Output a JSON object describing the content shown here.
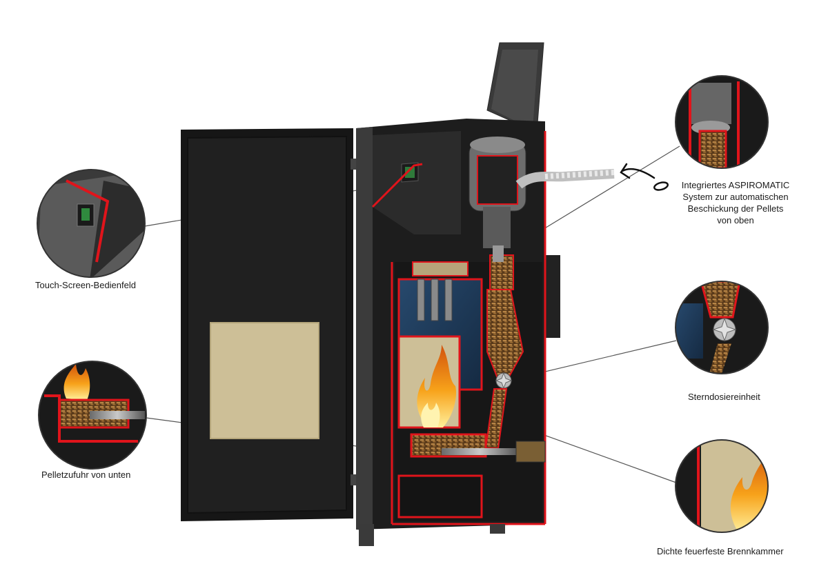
{
  "colors": {
    "background": "#ffffff",
    "stove_body": "#1d1d1d",
    "stove_side": "#2a2a2a",
    "cut_edge": "#e0141b",
    "vermiculite": "#cdbf97",
    "pellets": "#8a5a2b",
    "flame": "#f7a21a",
    "water_jacket": "#1e3a5a",
    "leader_line": "#555555"
  },
  "callouts": [
    {
      "id": "touch-screen",
      "label": "Touch-Screen-Bedienfeld",
      "icon": "touch-screen-panel-icon"
    },
    {
      "id": "pellet-feed",
      "label": "Pelletzufuhr von unten",
      "icon": "pellet-feed-screw-icon"
    },
    {
      "id": "aspiromatic",
      "lines": [
        "Integriertes ASPIROMATIC",
        "System zur automatischen",
        "Beschickung der Pellets",
        "von oben"
      ],
      "icon": "aspiromatic-hopper-icon"
    },
    {
      "id": "star-doser",
      "label": "Sterndosiereinheit",
      "icon": "star-dosing-unit-icon"
    },
    {
      "id": "combustion-chamber",
      "label": "Dichte feuerfeste Brennkammer",
      "icon": "refractory-chamber-icon"
    }
  ]
}
